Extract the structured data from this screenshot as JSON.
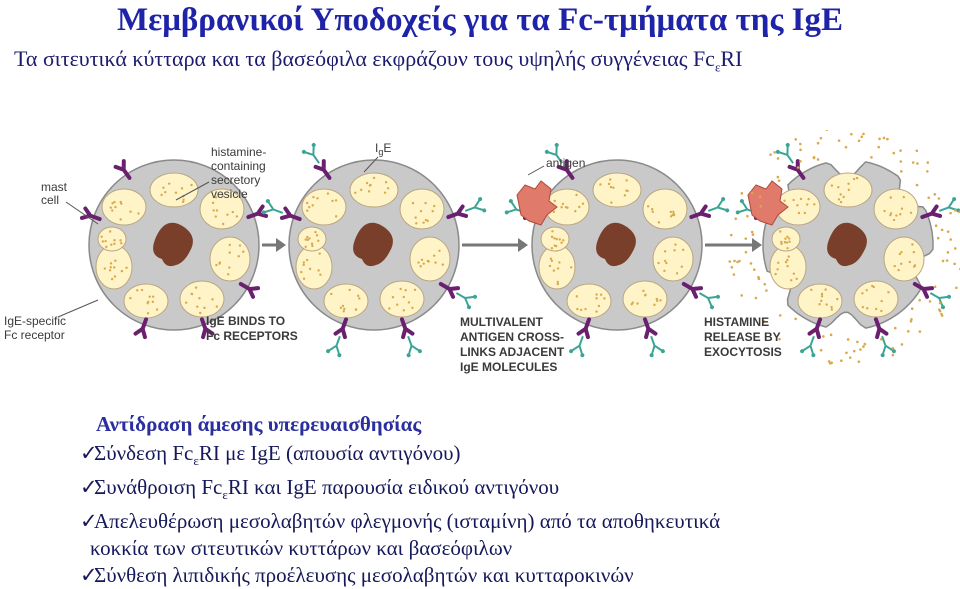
{
  "title": "Μεμβρανικοί Υποδοχείς για τα Fc-τμήματα της IgE",
  "subtitle": {
    "text": "Τα σιτευτικά κύτταρα και τα βασεόφιλα εκφράζουν τους υψηλής συγγένειας Fc",
    "sub": "ε",
    "tail": "RI"
  },
  "diagram": {
    "labels": {
      "mast_cell": [
        "mast",
        "cell"
      ],
      "vesicle": [
        "histamine-",
        "containing",
        "secretory",
        "vesicle"
      ],
      "receptor": [
        "IgE-specific",
        "Fc receptor"
      ],
      "ige_main": "I",
      "ige_sub": "g",
      "ige_tail": "E",
      "antigen": "antigen"
    },
    "stages": [
      [
        "IgE BINDS TO",
        "Fc RECEPTORS"
      ],
      [
        "MULTIVALENT",
        "ANTIGEN CROSS-",
        "LINKS ADJACENT",
        "IgE MOLECULES"
      ],
      [
        "HISTAMINE",
        "RELEASE BY",
        "EXOCYTOSIS"
      ]
    ],
    "colors": {
      "cytoplasm": "#c9c9c9",
      "nucleus": "#7a3f2a",
      "vesicle": "#fff3c8",
      "granule": "#d9a94a",
      "receptor": "#6a1f6f",
      "ige": "#3aa595",
      "antigen": "#e07a6a"
    }
  },
  "section": {
    "heading": "Αντίδραση άμεσης υπερευαισθησίας",
    "check": "✓",
    "bullets": [
      {
        "pre": "Σύνδεση Fc",
        "sub": "ε",
        "post": "RI με IgE (απουσία αντιγόνου)"
      },
      {
        "pre": "Συνάθροιση Fc",
        "sub": "ε",
        "post": "RI και IgE παρουσία ειδικού αντιγόνου"
      },
      {
        "pre": "Απελευθέρωση μεσολαβητών φλεγμονής (ισταμίνη) από τα αποθηκευτικά",
        "sub": "",
        "post": ""
      },
      {
        "pre": "Σύνθεση λιπιδικής προέλευσης μεσολαβητών και κυτταροκινών",
        "sub": "",
        "post": ""
      }
    ],
    "continuation": "κοκκία των σιτευτικών κυττάρων και βασεόφιλων"
  }
}
